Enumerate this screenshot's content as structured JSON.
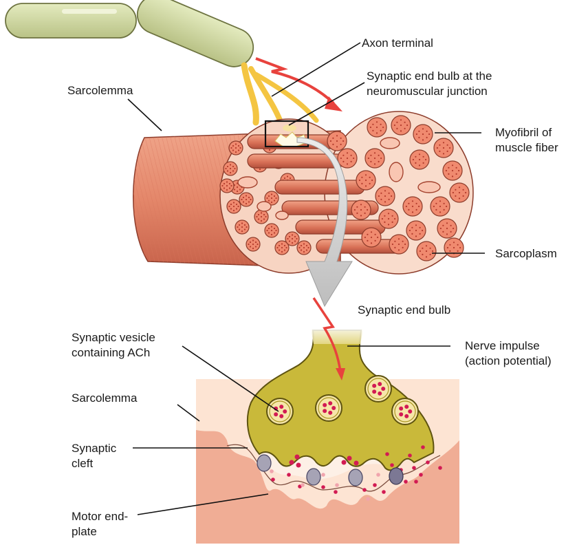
{
  "labels": {
    "axon_terminal": "Axon terminal",
    "synaptic_end_bulb_nmj_line1": "Synaptic end bulb at the",
    "synaptic_end_bulb_nmj_line2": "neuromuscular junction",
    "sarcolemma_top": "Sarcolemma",
    "myofibril_line1": "Myofibril of",
    "myofibril_line2": "muscle fiber",
    "sarcoplasm": "Sarcoplasm",
    "synaptic_end_bulb": "Synaptic end bulb",
    "synaptic_vesicle_line1": "Synaptic vesicle",
    "synaptic_vesicle_line2": "containing ACh",
    "nerve_impulse_line1": "Nerve impulse",
    "nerve_impulse_line2": "(action potential)",
    "sarcolemma_bottom": "Sarcolemma",
    "synaptic_cleft_line1": "Synaptic",
    "synaptic_cleft_line2": "cleft",
    "motor_end_plate_line1": "Motor end-",
    "motor_end_plate_line2": "plate"
  },
  "colors": {
    "muscle": "#e4876a",
    "muscle_dark": "#c95f45",
    "muscle_light": "#f3b49d",
    "cross_section": "#f9dccc",
    "myofibril": "#f08a6f",
    "myofibril_dot": "#b23b2c",
    "axon": "#d2dba3",
    "axon_terminal": "#f4c542",
    "bulb": "#c9b93a",
    "bulb_dark": "#8d7f18",
    "vesicle_fill": "#f6e6a9",
    "ach": "#d21b53",
    "impulse_arrow": "#e8423d",
    "tissue_pink": "#f2b5a0",
    "tissue_light": "#fde4d3",
    "cleft": "#fdf0e6",
    "receptor": "#a6a3b5",
    "down_arrow": "#cccccc"
  }
}
